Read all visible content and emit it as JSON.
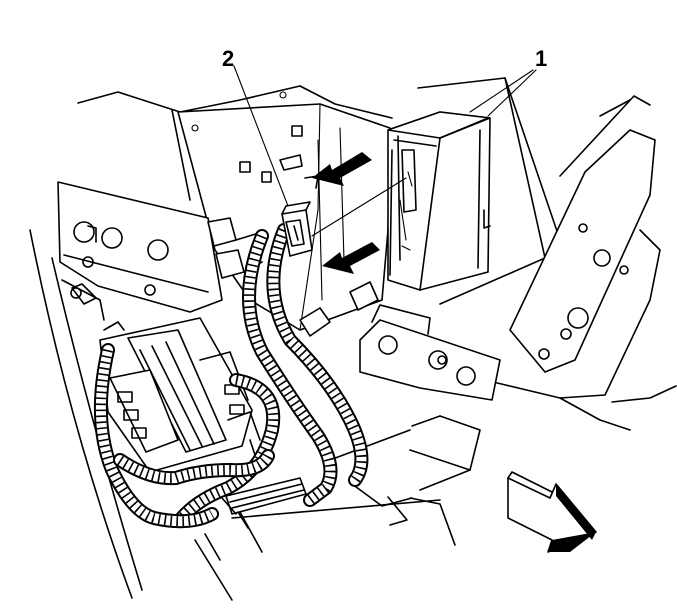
{
  "callouts": [
    {
      "id": "1",
      "label": "1"
    },
    {
      "id": "2",
      "label": "2"
    }
  ],
  "icons": {
    "direction_arrow": "front-direction-arrow-icon",
    "insert_arrow": "insert-direction-arrow-icon"
  },
  "colors": {
    "line": "#000000",
    "background": "#ffffff"
  }
}
